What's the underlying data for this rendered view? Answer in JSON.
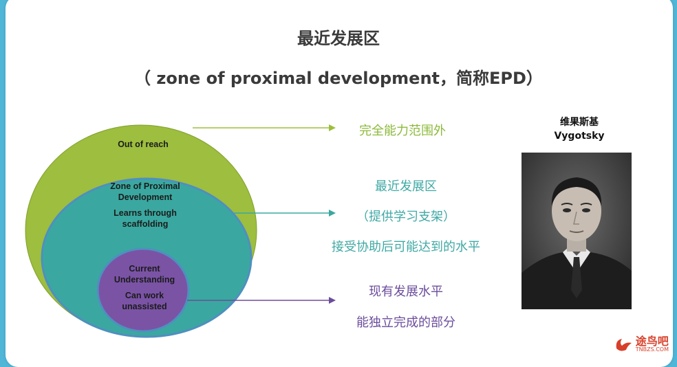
{
  "title": "最近发展区",
  "subtitle": "（ zone of proximal development，简称EPD）",
  "diagram": {
    "outer": "Out of reach",
    "middle_line1": "Zone of Proximal",
    "middle_line2": "Development",
    "middle_line3": "Learns through",
    "middle_line4": "scaffolding",
    "inner_line1": "Current",
    "inner_line2": "Understanding",
    "inner_line3": "Can work",
    "inner_line4": "unassisted",
    "colors": {
      "outer": "#9dbe3e",
      "middle": "#3aa8a0",
      "inner": "#7a53a5"
    }
  },
  "labels": {
    "outer": "完全能力范围外",
    "middle_title": "最近发展区",
    "middle_sub1": "（提供学习支架）",
    "middle_sub2": "接受协助后可能达到的水平",
    "inner_title": "现有发展水平",
    "inner_sub": "能独立完成的部分"
  },
  "portrait": {
    "name_cn": "维果斯基",
    "name_en": "Vygotsky"
  },
  "watermark": {
    "text": "途鸟吧",
    "sub": "TNBZS.COM"
  }
}
